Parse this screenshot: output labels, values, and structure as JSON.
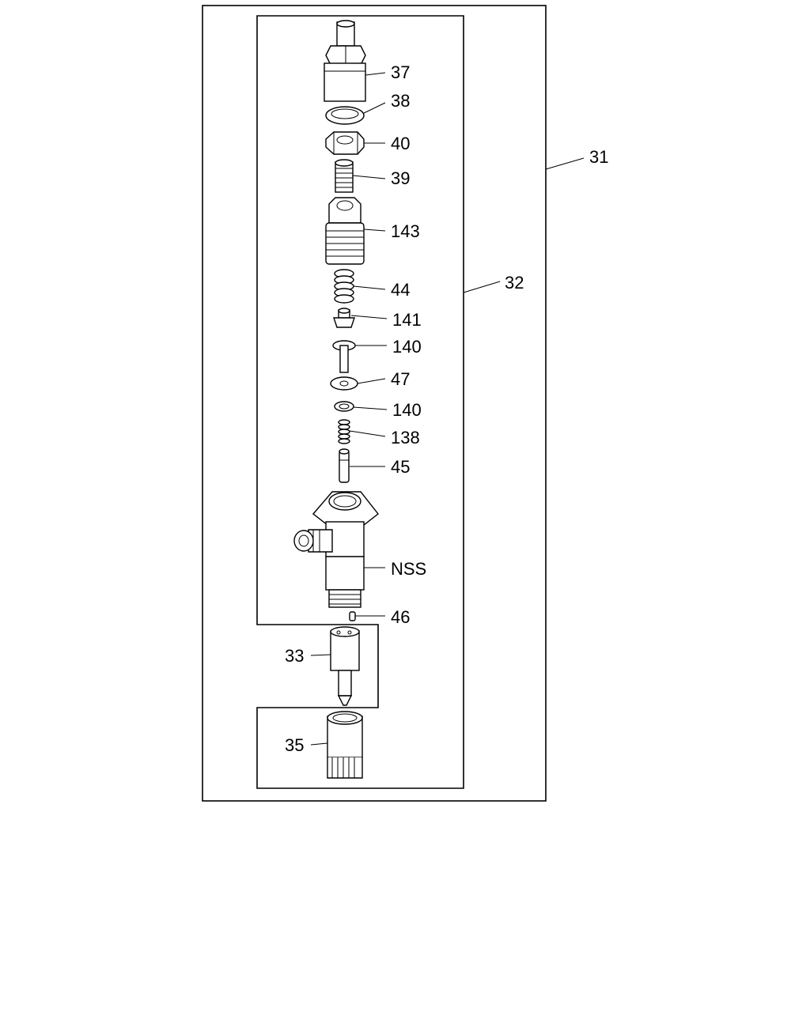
{
  "callouts": {
    "c31": "31",
    "c32": "32",
    "c37": "37",
    "c38": "38",
    "c40": "40",
    "c39": "39",
    "c143": "143",
    "c44": "44",
    "c141": "141",
    "c140a": "140",
    "c47": "47",
    "c140b": "140",
    "c138": "138",
    "c45": "45",
    "cnss": "NSS",
    "c46": "46",
    "c33": "33",
    "c35": "35"
  }
}
